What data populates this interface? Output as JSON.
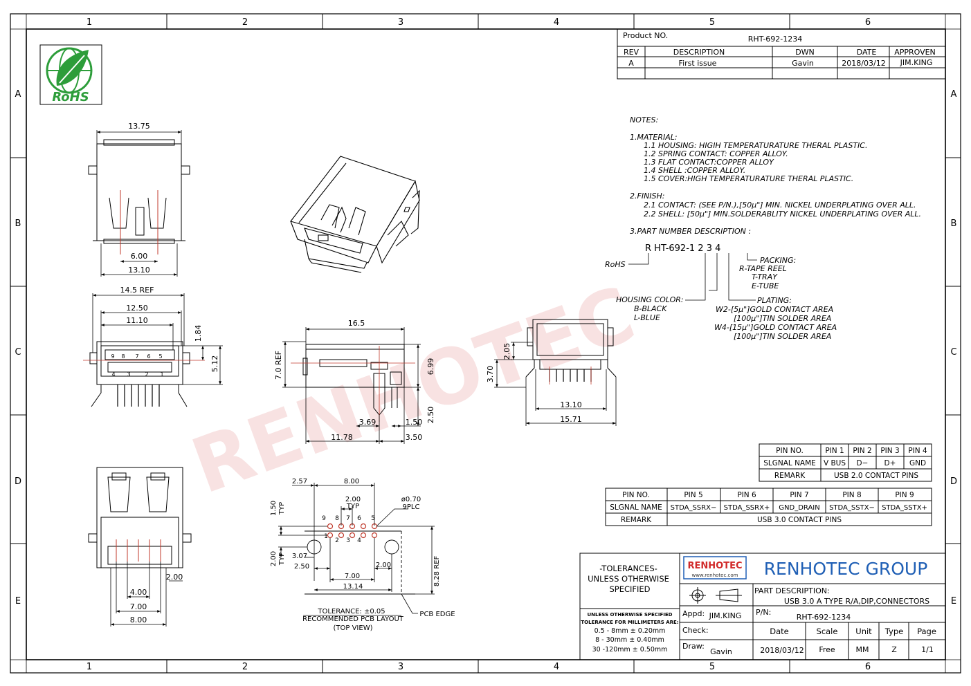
{
  "border": {
    "cols": [
      "1",
      "2",
      "3",
      "4",
      "5",
      "6"
    ],
    "rows": [
      "A",
      "B",
      "C",
      "D",
      "E"
    ]
  },
  "rohs": {
    "label": "RoHS"
  },
  "title_block": {
    "product_no_label": "Product NO.",
    "product_no": "RHT-692-1234",
    "headers": [
      "REV",
      "DESCRIPTION",
      "DWN",
      "DATE",
      "APPROVEN"
    ],
    "row": [
      "A",
      "First issue",
      "Gavin",
      "2018/03/12",
      "JIM.KING"
    ]
  },
  "notes": {
    "title": "NOTES:",
    "material_title": "1.MATERIAL:",
    "material": [
      "1.1 HOUSING: HIGIH TEMPERATURATURE THERAL PLASTIC.",
      "1.2 SPRING CONTACT: COPPER ALLOY.",
      "1.3 FLAT CONTACT:COPPER ALLOY",
      "1.4 SHELL :COPPER ALLOY.",
      "1.5 COVER:HIGH TEMPERATURATURE THERAL PLASTIC."
    ],
    "finish_title": "2.FINISH:",
    "finish": [
      "2.1 CONTACT: (SEE P/N.),[50µ\"] MIN. NICKEL UNDERPLATING OVER ALL.",
      "2.2 SHELL: [50µ\"] MIN.SOLDERABLITY NICKEL UNDERPLATING OVER ALL."
    ],
    "pn_title": "3.PART NUMBER DESCRIPTION :",
    "pn_code": "R HT-692-1  2  3   4",
    "rohs_label": "RoHS",
    "packing": [
      "PACKING:",
      "R-TAPE REEL",
      "T-TRAY",
      "E-TUBE"
    ],
    "housing_color": [
      "HOUSING COLOR:",
      "B-BLACK",
      "L-BLUE"
    ],
    "plating": [
      "PLATING:",
      "W2-[5µ\"]GOLD CONTACT AREA",
      "[100µ\"]TIN SOLDER AREA",
      "W4-[15µ\"]GOLD CONTACT AREA",
      "[100µ\"]TIN SOLDER AREA"
    ]
  },
  "pin_table_1": {
    "rows": [
      [
        "PIN NO.",
        "PIN 1",
        "PIN 2",
        "PIN 3",
        "PIN 4"
      ],
      [
        "SLGNAL NAME",
        "V BUS",
        "D−",
        "D+",
        "GND"
      ]
    ],
    "remark_label": "REMARK",
    "remark": "USB 2.0 CONTACT PINS"
  },
  "pin_table_2": {
    "rows": [
      [
        "PIN NO.",
        "PIN 5",
        "PIN 6",
        "PIN 7",
        "PIN 8",
        "PIN 9"
      ],
      [
        "SLGNAL NAME",
        "STDA_SSRX−",
        "STDA_SSRX+",
        "GND_DRAIN",
        "STDA_SSTX−",
        "STDA_SSTX+"
      ]
    ],
    "remark_label": "REMARK",
    "remark": "USB 3.0 CONTACT PINS"
  },
  "tolerances": {
    "title": [
      "-TOLERANCES-",
      "UNLESS OTHERWISE",
      "SPECIFIED"
    ],
    "fine": [
      "UNLESS OTHERWISE SPECIFIED",
      "TOLERANCE FOR MILLIMETERS ARE:"
    ],
    "ranges": [
      "0.5 - 8mm ± 0.20mm",
      "8 - 30mm ± 0.40mm",
      "30 -120mm ± 0.50mm"
    ]
  },
  "company": {
    "logo": "RENHOTEC",
    "url": "www.renhotec.com",
    "name": "RENHOTEC GROUP",
    "watermark": "RENHOTEC"
  },
  "title_bottom": {
    "part_desc_label": "PART DESCRIPTION:",
    "part_desc": "USB 3.0 A TYPE R/A,DIP,CONNECTORS",
    "appd_label": "Appd:",
    "appd": "JIM.KING",
    "pn_label": "P/N:",
    "pn": "RHT-692-1234",
    "check_label": "Check:",
    "draw_label": "Draw:",
    "draw": "Gavin",
    "headers": [
      "Date",
      "Scale",
      "Unit",
      "Type",
      "Page"
    ],
    "values": [
      "2018/03/12",
      "Free",
      "MM",
      "Z",
      "1/1"
    ]
  },
  "dims": {
    "top_front": [
      "13.75",
      "6.00",
      "13.10"
    ],
    "front": [
      "14.5 REF",
      "12.50",
      "11.10",
      "1.84",
      "5.12"
    ],
    "front_pin_labels": [
      "9",
      "8",
      "7",
      "6",
      "5",
      "4",
      "3",
      "2",
      "1"
    ],
    "side": [
      "16.5",
      "7.0 REF",
      "6.99",
      "2.50",
      "3.69",
      "1.50",
      "11.78",
      "3.50"
    ],
    "rear": [
      "2.05",
      "3.70",
      "13.10",
      "15.71"
    ],
    "bottom": [
      "2.00",
      "4.00",
      "7.00",
      "8.00"
    ],
    "pcb": [
      "2.57",
      "8.00",
      "1.50",
      "TYP",
      "2.00",
      "TYP",
      "ø0.70",
      "9PLC",
      "2.00",
      "TYP",
      "3.07",
      "2.50",
      "2.00",
      "7.00",
      "13.14",
      "8.28 REF"
    ],
    "pcb_pin_labels": [
      "9",
      "8",
      "7",
      "6",
      "5",
      "1",
      "2",
      "3",
      "4"
    ],
    "pcb_note": [
      "TOLERANCE: ±0.05",
      "RECOMMENDED PCB LAYOUT",
      "(TOP VIEW)"
    ],
    "pcb_edge": "PCB EDGE"
  }
}
